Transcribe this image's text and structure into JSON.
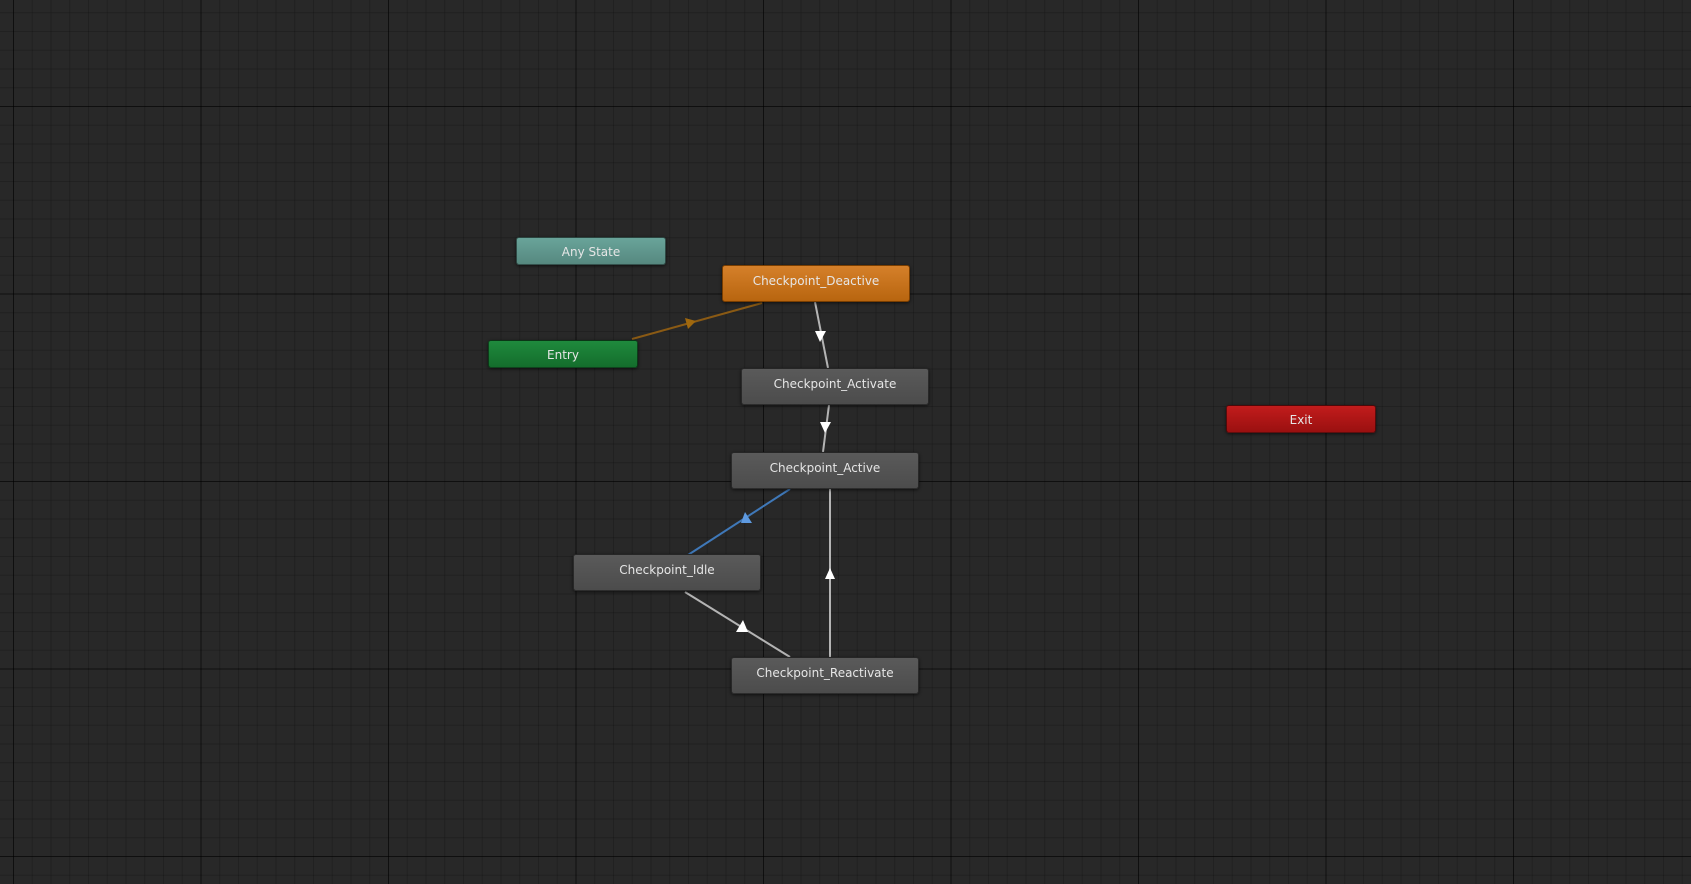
{
  "graph": {
    "nodes": [
      {
        "id": "any_state",
        "label": "Any State",
        "kind": "any-state"
      },
      {
        "id": "entry",
        "label": "Entry",
        "kind": "entry"
      },
      {
        "id": "exit",
        "label": "Exit",
        "kind": "exit"
      },
      {
        "id": "deactive",
        "label": "Checkpoint_Deactive",
        "kind": "default-state"
      },
      {
        "id": "activate",
        "label": "Checkpoint_Activate",
        "kind": "state"
      },
      {
        "id": "active",
        "label": "Checkpoint_Active",
        "kind": "state"
      },
      {
        "id": "idle",
        "label": "Checkpoint_Idle",
        "kind": "state"
      },
      {
        "id": "reactivate",
        "label": "Checkpoint_Reactivate",
        "kind": "state"
      }
    ],
    "transitions": [
      {
        "from": "entry",
        "to": "deactive",
        "color": "#8a5a14"
      },
      {
        "from": "deactive",
        "to": "activate",
        "color": "#b4b4b4"
      },
      {
        "from": "activate",
        "to": "active",
        "color": "#b4b4b4"
      },
      {
        "from": "idle",
        "to": "active",
        "color": "#3f78b8"
      },
      {
        "from": "idle",
        "to": "reactivate",
        "color": "#b4b4b4"
      },
      {
        "from": "reactivate",
        "to": "active",
        "color": "#b4b4b4"
      }
    ]
  },
  "colors": {
    "background": "#282828",
    "default_state": "#c8731c",
    "any_state": "#5f968d",
    "entry": "#187a34",
    "exit": "#ad1414",
    "state": "#525252",
    "selected_transition": "#3f78b8"
  }
}
